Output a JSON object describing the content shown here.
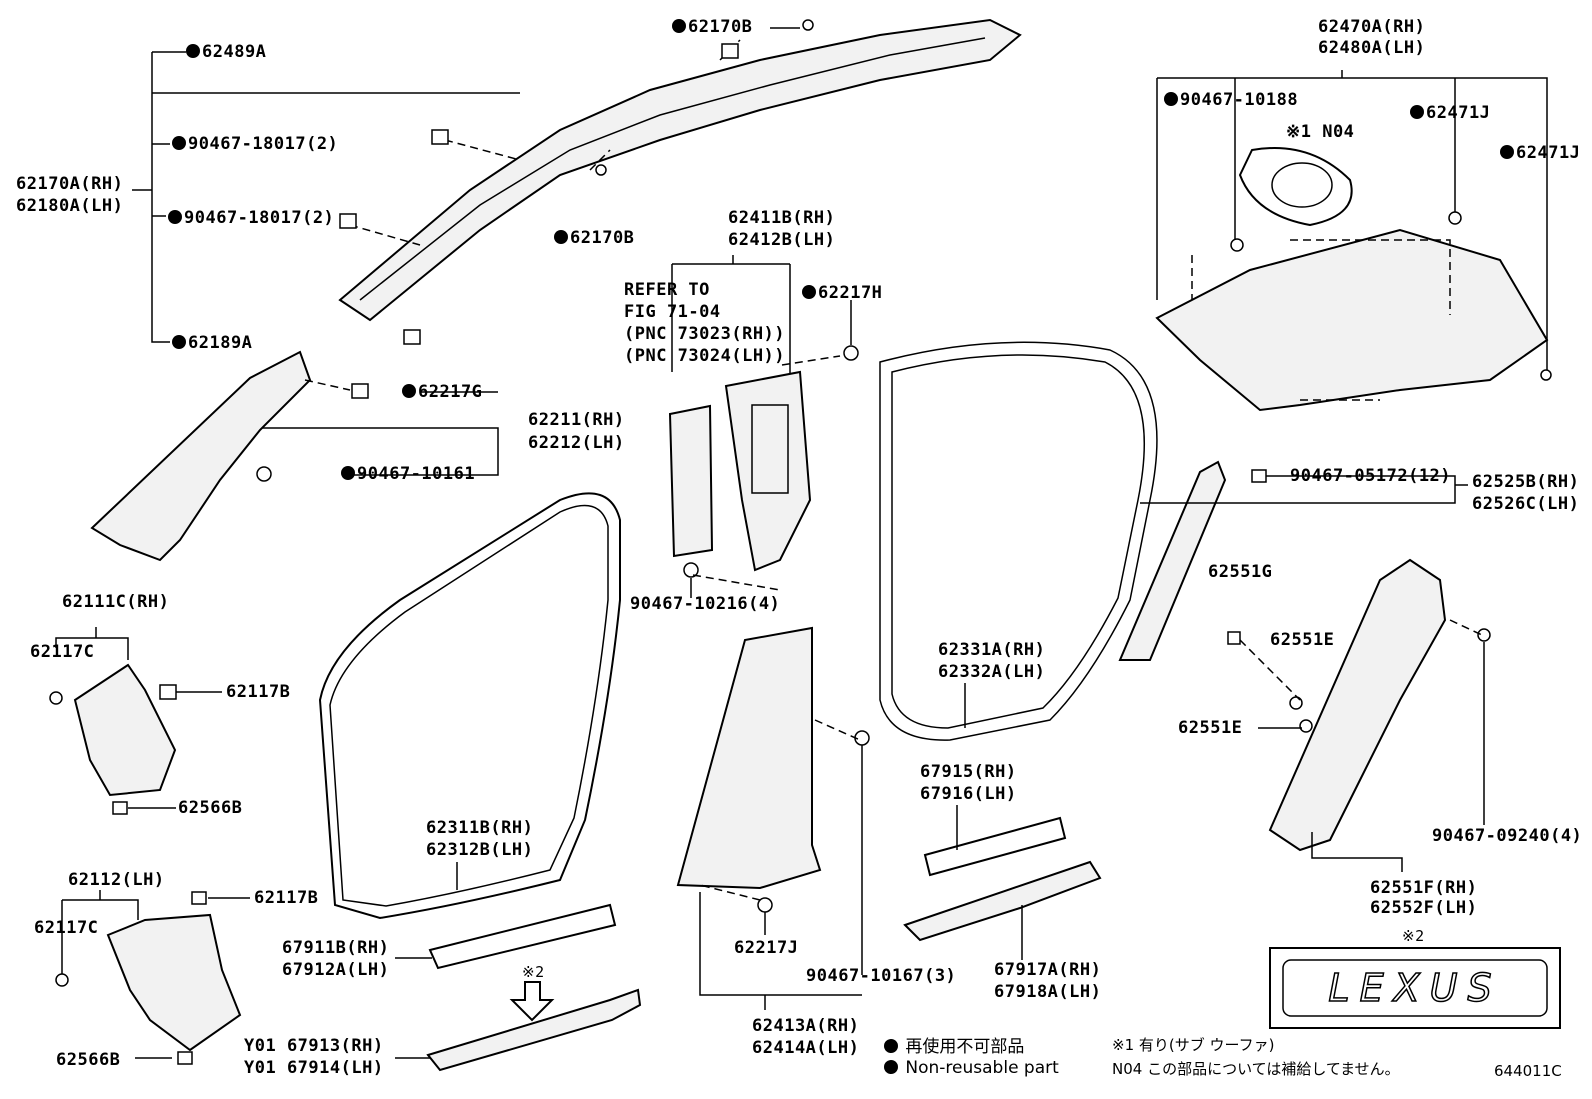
{
  "callouts": {
    "p62489A": "62489A",
    "p62170B_top": "62170B",
    "p62170B_mid": "62170B",
    "p90467_18017_a": "90467-18017(2)",
    "p90467_18017_b": "90467-18017(2)",
    "p62170A": "62170A(RH)",
    "p62180A": "62180A(LH)",
    "p62189A": "62189A",
    "p62217G": "62217G",
    "p62211": "62211(RH)",
    "p62212": "62212(LH)",
    "p90467_10161": "90467-10161",
    "p62411B": "62411B(RH)",
    "p62412B": "62412B(LH)",
    "refer_to": "REFER TO",
    "fig": "FIG 71-04",
    "pnc_rh": "(PNC 73023(RH))",
    "pnc_lh": "(PNC 73024(LH))",
    "p62217H": "62217H",
    "p90467_10216": "90467-10216(4)",
    "p62470A": "62470A(RH)",
    "p62480A": "62480A(LH)",
    "p90467_10188": "90467-10188",
    "n04": "※1 N04",
    "p62471J_a": "62471J",
    "p62471J_b": "62471J",
    "p90467_05172": "90467-05172(12)",
    "p62525B": "62525B(RH)",
    "p62526C": "62526C(LH)",
    "p62111C": "62111C(RH)",
    "p62117C_a": "62117C",
    "p62117B_a": "62117B",
    "p62566B_a": "62566B",
    "p62331A": "62331A(RH)",
    "p62332A": "62332A(LH)",
    "p62551G": "62551G",
    "p62551E_a": "62551E",
    "p62551E_b": "62551E",
    "p67915": "67915(RH)",
    "p67916": "67916(LH)",
    "p62311B": "62311B(RH)",
    "p62312B": "62312B(LH)",
    "p90467_09240": "90467-09240(4)",
    "p62112": "62112(LH)",
    "p62117C_b": "62117C",
    "p62117B_b": "62117B",
    "p62566B_b": "62566B",
    "p67911B": "67911B(RH)",
    "p67912A": "67912A(LH)",
    "p62217J": "62217J",
    "p90467_10167": "90467-10167(3)",
    "p67917A": "67917A(RH)",
    "p67918A": "67918A(LH)",
    "p62551F": "62551F(RH)",
    "p62552F": "62552F(LH)",
    "mark2_a": "※2",
    "mark2_b": "※2",
    "y01_67913": "Y01 67913(RH)",
    "y01_67914": "Y01 67914(LH)",
    "p62413A": "62413A(RH)",
    "p62414A": "62414A(LH)"
  },
  "legend": {
    "non_reusable_jp": "再使用不可部品",
    "non_reusable_en": "Non-reusable part",
    "note1": "※1 有り(サブ ウーファ)",
    "note2": "N04 この部品については補給してません。"
  },
  "badge": {
    "logo_text": "LEXUS"
  },
  "figure_code": "644011C"
}
